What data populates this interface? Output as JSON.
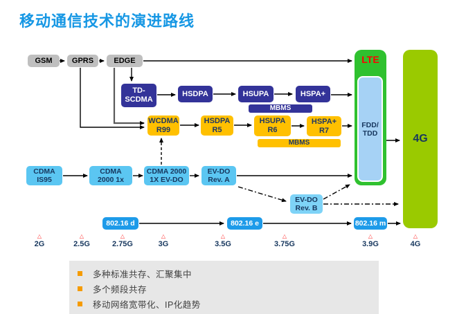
{
  "title": "移动通信技术的演进路线",
  "nodes": {
    "gsm": "GSM",
    "gprs": "GPRS",
    "edge": "EDGE",
    "tdscdma": "TD-\nSCDMA",
    "hsdpa": "HSDPA",
    "hsupa": "HSUPA",
    "hspa_plus": "HSPA+",
    "mbms_td": "MBMS",
    "wcdma_r99": "WCDMA\nR99",
    "hsdpa_r5": "HSDPA\nR5",
    "hsupa_r6": "HSUPA\nR6",
    "hspa_r7": "HSPA+\nR7",
    "mbms_w": "MBMS",
    "cdma_is95": "CDMA\nIS95",
    "cdma2000_1x": "CDMA\n2000 1x",
    "cdma2000_evdo": "CDMA 2000\n1X EV-DO",
    "evdo_rev_a": "EV-DO\nRev. A",
    "evdo_rev_b": "EV-DO\nRev. B",
    "wimax_d": "802.16 d",
    "wimax_e": "802.16 e",
    "wimax_m": "802.16 m",
    "lte": "LTE",
    "fdd_tdd": "FDD/\nTDD",
    "g4": "4G"
  },
  "axis": {
    "marker": "△",
    "labels": [
      "2G",
      "2.5G",
      "2.75G",
      "3G",
      "3.5G",
      "3.75G",
      "3.9G",
      "4G"
    ]
  },
  "panel": {
    "bullets": [
      "多种标准共存、汇聚集中",
      "多个频段共存",
      "移动网络宽带化、IP化趋势"
    ]
  },
  "colors": {
    "title_blue": "#1697E4",
    "gray_node": "#BFBFBF",
    "navy_node": "#333399",
    "yellow_node": "#FFC000",
    "sky_node": "#5BC6F2",
    "wimax_blue": "#1E9BE9",
    "lte_green": "#2FC12F",
    "lte_text_red": "#FF0000",
    "fdd_fill": "#A6D2F5",
    "g4_lime": "#9ACA00",
    "axis_marker_red": "#FF3333",
    "panel_bg": "#E7E7E7",
    "bullet_orange": "#F59B00"
  }
}
